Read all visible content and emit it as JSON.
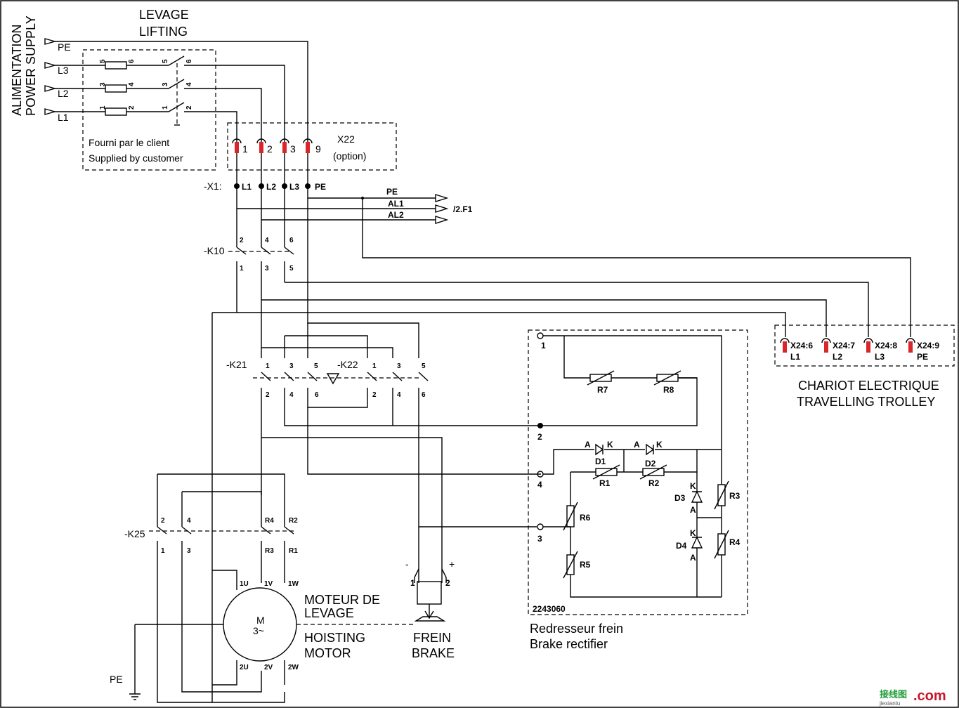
{
  "supply": {
    "line1": "ALIMENTATION",
    "line2": "POWER SUPPLY",
    "pe": "PE",
    "l3": "L3",
    "l2": "L2",
    "l1": "L1"
  },
  "lifting": {
    "line1": "LEVAGE",
    "line2": "LIFTING"
  },
  "customer": {
    "line1": "Fourni par le client",
    "line2": "Supplied by customer",
    "t": [
      "5",
      "6",
      "3",
      "4",
      "1",
      "2"
    ]
  },
  "x22": {
    "title": "X22",
    "sub": "(option)",
    "terms": [
      "1",
      "2",
      "3",
      "9"
    ]
  },
  "x1": {
    "label": "-X1:",
    "terms": [
      "L1",
      "L2",
      "L3",
      "PE"
    ]
  },
  "outputs": {
    "pe": "PE",
    "al1": "AL1",
    "al2": "AL2",
    "ref": "/2.F1"
  },
  "k10": {
    "label": "-K10",
    "top": [
      "2",
      "4",
      "6"
    ],
    "bot": [
      "1",
      "3",
      "5"
    ]
  },
  "k21": {
    "label": "-K21",
    "top": [
      "1",
      "3",
      "5"
    ],
    "bot": [
      "2",
      "4",
      "6"
    ]
  },
  "k22": {
    "label": "-K22",
    "top": [
      "1",
      "3",
      "5"
    ],
    "bot": [
      "2",
      "4",
      "6"
    ]
  },
  "k25": {
    "label": "-K25",
    "top": [
      "2",
      "4",
      "R4",
      "R2"
    ],
    "bot": [
      "1",
      "3",
      "R3",
      "R1"
    ]
  },
  "motor": {
    "symbol": "M",
    "phase": "3~",
    "u1": "1U",
    "v1": "1V",
    "w1": "1W",
    "u2": "2U",
    "v2": "2V",
    "w2": "2W",
    "fr1": "MOTEUR DE",
    "fr2": "LEVAGE",
    "en1": "HOISTING",
    "en2": "MOTOR",
    "pe": "PE"
  },
  "brake": {
    "minus": "-",
    "plus": "+",
    "t1": "1",
    "t2": "2",
    "fr": "FREIN",
    "en": "BRAKE"
  },
  "rectifier": {
    "code": "2243060",
    "fr": "Redresseur frein",
    "en": "Brake rectifier",
    "t1": "1",
    "t2": "2",
    "t3": "3",
    "t4": "4",
    "r7": "R7",
    "r8": "R8",
    "r1": "R1",
    "r2": "R2",
    "r3": "R3",
    "r4": "R4",
    "r5": "R5",
    "r6": "R6",
    "d1": "D1",
    "d2": "D2",
    "d3": "D3",
    "d4": "D4",
    "a": "A",
    "k": "K"
  },
  "x24": {
    "terms": [
      "X24:6",
      "X24:7",
      "X24:8",
      "X24:9"
    ],
    "sub": [
      "L1",
      "L2",
      "L3",
      "PE"
    ]
  },
  "trolley": {
    "fr": "CHARIOT ELECTRIQUE",
    "en": "TRAVELLING TROLLEY"
  },
  "watermark": {
    "cn": "接线图",
    "com": ".com",
    "url": "jiexiantu"
  }
}
